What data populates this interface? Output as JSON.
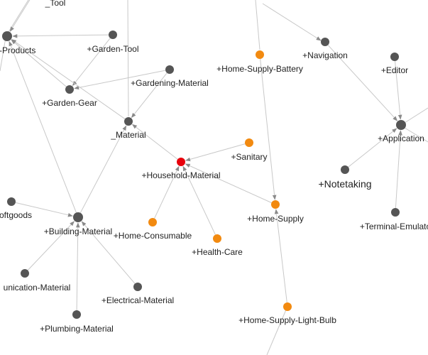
{
  "colors": {
    "node_default": "#555555",
    "node_highlight": "#e8000b",
    "node_related": "#f28a10",
    "edge": "#c8c8c8",
    "arrow": "#8a8a8a",
    "label": "#222222"
  },
  "nodes": [
    {
      "id": "n_top_tool",
      "label": "_Tool",
      "type": "default"
    },
    {
      "id": "n_products",
      "label": "al-Products",
      "type": "default"
    },
    {
      "id": "n_garden_tool",
      "label": "+Garden-Tool",
      "type": "default"
    },
    {
      "id": "n_gardening_material",
      "label": "+Gardening-Material",
      "type": "default"
    },
    {
      "id": "n_garden_gear",
      "label": "+Garden-Gear",
      "type": "default"
    },
    {
      "id": "n_material",
      "label": "_Material",
      "type": "default"
    },
    {
      "id": "n_household_material",
      "label": "+Household-Material",
      "type": "highlight"
    },
    {
      "id": "n_sanitary",
      "label": "+Sanitary",
      "type": "related"
    },
    {
      "id": "n_home_supply_battery",
      "label": "+Home-Supply-Battery",
      "type": "related"
    },
    {
      "id": "n_navigation",
      "label": "+Navigation",
      "type": "default"
    },
    {
      "id": "n_editor",
      "label": "+Editor",
      "type": "default"
    },
    {
      "id": "n_application",
      "label": "+Application",
      "type": "default"
    },
    {
      "id": "n_notetaking",
      "label": "+Notetaking",
      "type": "default"
    },
    {
      "id": "n_terminal",
      "label": "+Terminal-Emulato",
      "type": "default"
    },
    {
      "id": "n_home_supply",
      "label": "+Home-Supply",
      "type": "related"
    },
    {
      "id": "n_softgoods",
      "label": "oftgoods",
      "type": "default"
    },
    {
      "id": "n_building_material",
      "label": "+Building-Material",
      "type": "default"
    },
    {
      "id": "n_home_consumable",
      "label": "+Home-Consumable",
      "type": "related"
    },
    {
      "id": "n_health_care",
      "label": "+Health-Care",
      "type": "related"
    },
    {
      "id": "n_communication",
      "label": "unication-Material",
      "type": "default"
    },
    {
      "id": "n_electrical",
      "label": "+Electrical-Material",
      "type": "default"
    },
    {
      "id": "n_plumbing",
      "label": "+Plumbing-Material",
      "type": "default"
    },
    {
      "id": "n_light_bulb",
      "label": "+Home-Supply-Light-Bulb",
      "type": "related"
    }
  ],
  "edges": [
    {
      "from": "n_top_tool",
      "to": "n_products"
    },
    {
      "from": "n_garden_tool",
      "to": "n_products"
    },
    {
      "from": "n_garden_tool",
      "to": "n_garden_gear"
    },
    {
      "from": "n_gardening_material",
      "to": "n_garden_gear"
    },
    {
      "from": "n_garden_gear",
      "to": "n_products"
    },
    {
      "from": "n_material",
      "to": "n_products"
    },
    {
      "from": "n_gardening_material",
      "to": "n_material"
    },
    {
      "from": "n_building_material",
      "to": "n_products"
    },
    {
      "from": "n_building_material",
      "to": "n_material"
    },
    {
      "from": "n_household_material",
      "to": "n_material"
    },
    {
      "from": "n_sanitary",
      "to": "n_household_material"
    },
    {
      "from": "n_home_supply",
      "to": "n_household_material"
    },
    {
      "from": "n_home_consumable",
      "to": "n_household_material"
    },
    {
      "from": "n_health_care",
      "to": "n_household_material"
    },
    {
      "from": "n_home_supply_battery",
      "to": "n_home_supply"
    },
    {
      "from": "n_light_bulb",
      "to": "n_home_supply"
    },
    {
      "from": "n_navigation",
      "to": "n_application"
    },
    {
      "from": "n_editor",
      "to": "n_application"
    },
    {
      "from": "n_notetaking",
      "to": "n_application"
    },
    {
      "from": "n_terminal",
      "to": "n_application"
    },
    {
      "from": "n_softgoods",
      "to": "n_building_material"
    },
    {
      "from": "n_communication",
      "to": "n_building_material"
    },
    {
      "from": "n_electrical",
      "to": "n_building_material"
    },
    {
      "from": "n_plumbing",
      "to": "n_building_material"
    }
  ]
}
